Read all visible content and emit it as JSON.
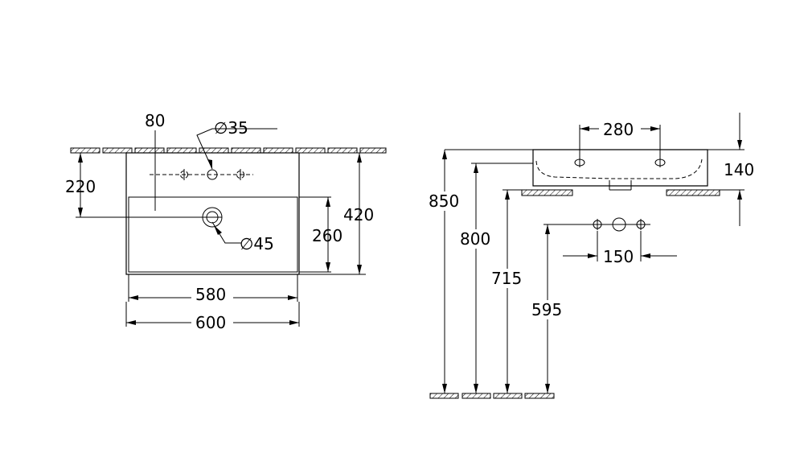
{
  "top_view": {
    "dim_tap_offset": "80",
    "dim_tap_hole": "35",
    "dim_tap_height": "220",
    "dim_overall_depth": "420",
    "dim_bowl_depth": "260",
    "dim_waste_hole": "45",
    "dim_bowl_width": "580",
    "dim_overall_width": "600"
  },
  "side_view": {
    "dim_basin_height": "140",
    "dim_hole_spacing": "280",
    "dim_rim_height": "850",
    "dim_bowl_bottom": "800",
    "dim_underside": "715",
    "dim_tap_holes_height": "595",
    "dim_tap_holes_spacing": "150"
  },
  "diameter_symbol": "∅"
}
